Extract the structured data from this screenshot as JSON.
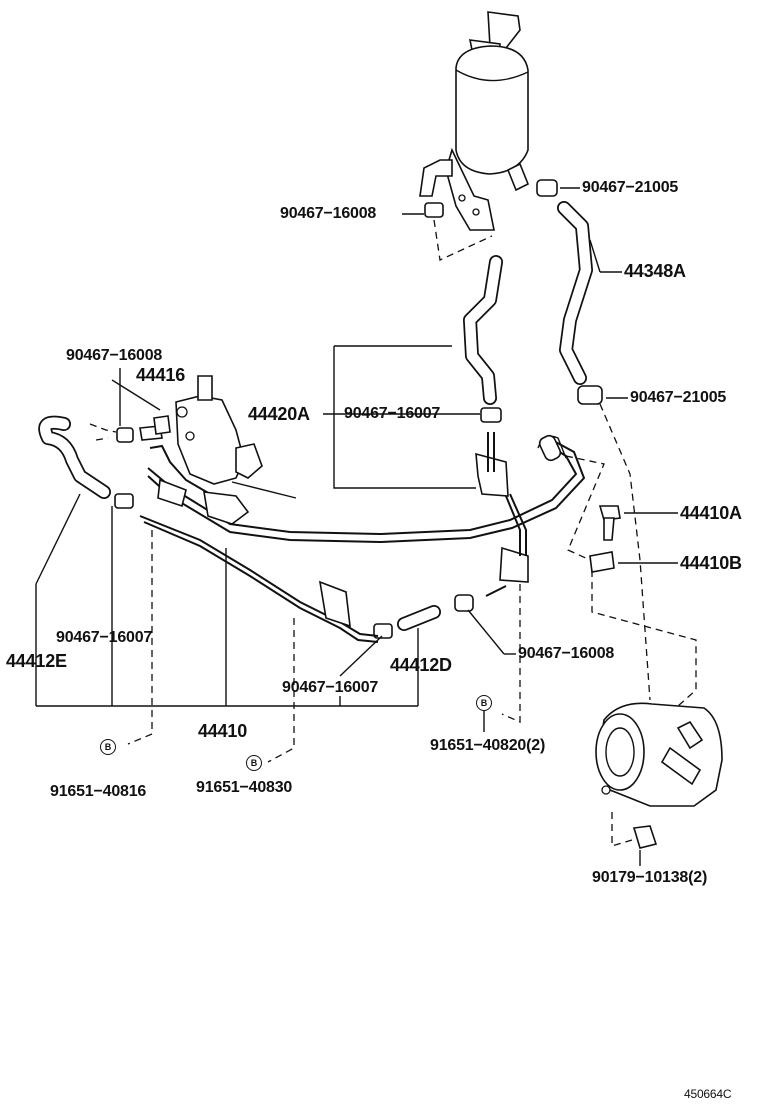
{
  "labels": {
    "p_90467_21005_top": "90467−21005",
    "p_90467_16008_top": "90467−16008",
    "p_44348A": "44348A",
    "p_90467_16008_left": "90467−16008",
    "p_44416": "44416",
    "p_44420A": "44420A",
    "p_90467_16007_mid": "90467−16007",
    "p_90467_21005_mid": "90467−21005",
    "p_44410A": "44410A",
    "p_44410B": "44410B",
    "p_90467_16007_left": "90467−16007",
    "p_44412E": "44412E",
    "p_44412D": "44412D",
    "p_90467_16008_low": "90467−16008",
    "p_90467_16007_low": "90467−16007",
    "p_44410": "44410",
    "p_91651_40820": "91651−40820(2)",
    "p_91651_40816": "91651−40816",
    "p_91651_40830": "91651−40830",
    "p_90179_10138": "90179−10138(2)",
    "figure_code": "450664C"
  },
  "badges": {
    "b1": "B",
    "b2": "B",
    "b3": "B"
  },
  "icons": {
    "reservoir": "power-steering-reservoir-icon",
    "pump": "power-steering-pump-icon",
    "gear": "steering-gear-icon"
  }
}
